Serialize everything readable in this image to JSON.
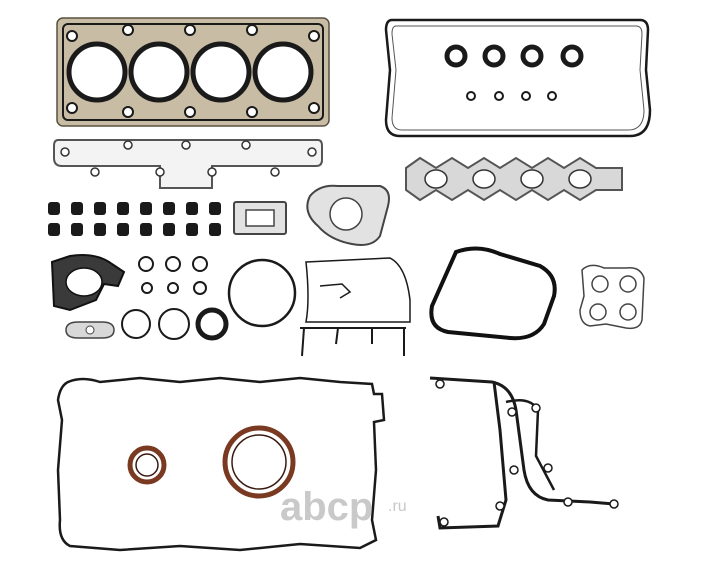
{
  "watermark": {
    "main": "abcp",
    "domain": ".ru"
  },
  "colors": {
    "gasket_black": "#111111",
    "gasket_gray": "#9a9a9a",
    "steel_tan": "#c9bca4",
    "seal_brown": "#7a3a22",
    "watermark": "#c9c9c9"
  },
  "counts": {
    "valve_stem_seals": 16,
    "cam_cover_large_rings": 4,
    "cam_cover_small_rings": 4
  }
}
